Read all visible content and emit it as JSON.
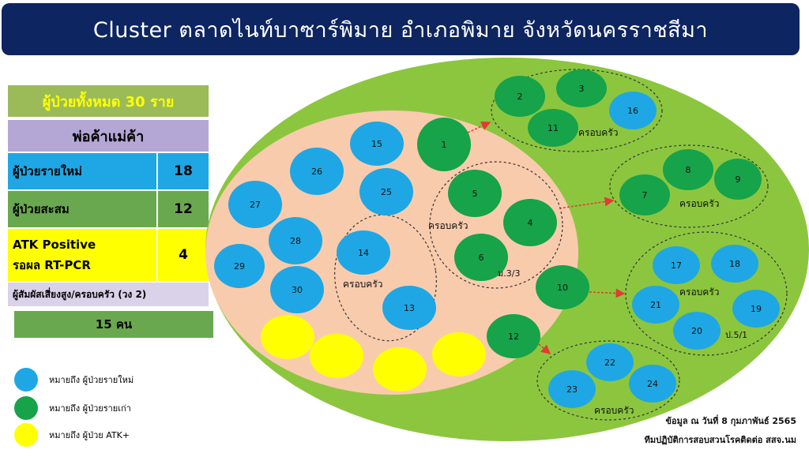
{
  "title": "Cluster ตลาดไนท์บาซาร์พิมาย  อำเภอพิมาย  จังหวัดนครราชสีมา",
  "summary": {
    "total": "ผู้ป่วยทั้งหมด 30 ราย",
    "group": "พ่อค้าแม่ค้า",
    "new_label": "ผู้ป่วยรายใหม่",
    "new_value": "18",
    "cumulative_label": "ผู้ป่วยสะสม",
    "cumulative_value": "12",
    "atk_label_1": "ATK Positive",
    "atk_label_2": "รอผล RT-PCR",
    "atk_value": "4",
    "contacts_label": "ผู้สัมผัสเสี่ยงสูง/ครอบครัว (วง 2)",
    "contacts_value": "15 คน"
  },
  "legend": [
    {
      "text": "หมายถึง  ผู้ป่วยรายใหม่",
      "color": "#1ea7e4"
    },
    {
      "text": "หมายถึง  ผู้ป่วยรายเก่า",
      "color": "#16a34a"
    },
    {
      "text": "หมายถึง  ผู้ป่วย ATK+",
      "color": "#ffff00"
    }
  ],
  "colors": {
    "title_bg": "#0d2560",
    "outer": "#8cc63f",
    "inner": "#f9cbad",
    "new": "#1ea7e4",
    "old": "#16a34a",
    "atk": "#ffff00",
    "total_bg": "#9bbb59",
    "group_bg": "#b4a7d6",
    "new_bg": "#1ea7e4",
    "cum_bg": "#6aa84f",
    "atk_bg": "#ffff00",
    "contacts_bg": "#d9d2e9",
    "contacts_value_bg": "#6aa84f"
  },
  "group_labels": {
    "family": "ครอบครัว",
    "school_1": "ม.3/3",
    "school_2": "ป.5/1"
  },
  "cases": [
    {
      "n": "1",
      "type": "old"
    },
    {
      "n": "2",
      "type": "old"
    },
    {
      "n": "3",
      "type": "old"
    },
    {
      "n": "4",
      "type": "old"
    },
    {
      "n": "5",
      "type": "old"
    },
    {
      "n": "6",
      "type": "old"
    },
    {
      "n": "7",
      "type": "old"
    },
    {
      "n": "8",
      "type": "old"
    },
    {
      "n": "9",
      "type": "old"
    },
    {
      "n": "10",
      "type": "old"
    },
    {
      "n": "11",
      "type": "old"
    },
    {
      "n": "12",
      "type": "old"
    },
    {
      "n": "13",
      "type": "new"
    },
    {
      "n": "14",
      "type": "new"
    },
    {
      "n": "15",
      "type": "new"
    },
    {
      "n": "16",
      "type": "new"
    },
    {
      "n": "17",
      "type": "new"
    },
    {
      "n": "18",
      "type": "new"
    },
    {
      "n": "19",
      "type": "new"
    },
    {
      "n": "20",
      "type": "new"
    },
    {
      "n": "21",
      "type": "new"
    },
    {
      "n": "22",
      "type": "new"
    },
    {
      "n": "23",
      "type": "new"
    },
    {
      "n": "24",
      "type": "new"
    },
    {
      "n": "25",
      "type": "new"
    },
    {
      "n": "26",
      "type": "new"
    },
    {
      "n": "27",
      "type": "new"
    },
    {
      "n": "28",
      "type": "new"
    },
    {
      "n": "29",
      "type": "new"
    },
    {
      "n": "30",
      "type": "new"
    }
  ],
  "atk_case_count": 4,
  "source_line_1": "ข้อมูล ณ วันที่ 8 กุมภาพันธ์ 2565",
  "source_line_2": "ทีมปฏิบัติการสอบสวนโรคติดต่อ สสจ.นม"
}
